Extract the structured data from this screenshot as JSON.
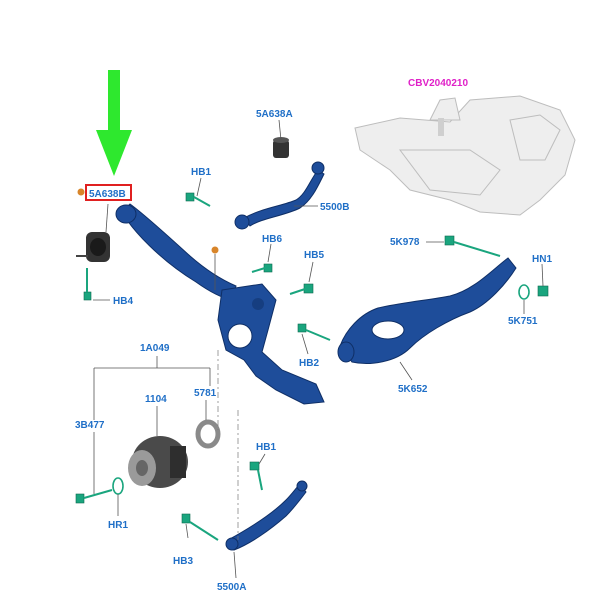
{
  "diagram": {
    "labels": {
      "cbv": "CBV2040210",
      "a5a638a": "5A638A",
      "a5a638b": "5A638B",
      "hb1_top": "HB1",
      "a5500b": "5500B",
      "hb6": "HB6",
      "hb5": "HB5",
      "hb4": "HB4",
      "k978": "5K978",
      "hn1": "HN1",
      "k751": "5K751",
      "hb2": "HB2",
      "k652": "5K652",
      "a1a049": "1A049",
      "a1104": "1104",
      "a5781": "5781",
      "b3b477": "3B477",
      "hr1": "HR1",
      "hb1_bottom": "HB1",
      "hb3": "HB3",
      "a5500a": "5500A"
    },
    "colors": {
      "label_blue": "#1f6fc7",
      "highlight_magenta": "#e020c8",
      "highlight_box": "#e02020",
      "arrow_green": "#2ee82e",
      "part_blue": "#1e4d9a",
      "dot_orange": "#d8852a",
      "bolt_green": "#1aa57e"
    },
    "indicator": "down-arrow-green"
  }
}
